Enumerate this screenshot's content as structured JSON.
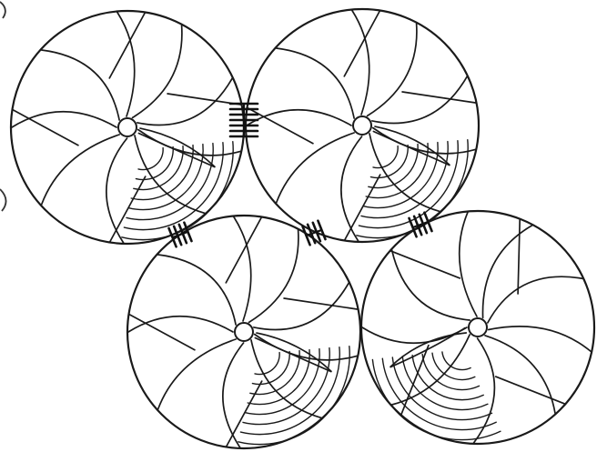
{
  "figure": {
    "discs": [
      {
        "id": "top-left",
        "swirl": 1,
        "sutured_to": [
          "top-right",
          "bottom-left"
        ]
      },
      {
        "id": "top-right",
        "swirl": 1,
        "sutured_to": [
          "top-left",
          "bottom-left",
          "bottom-right"
        ]
      },
      {
        "id": "bottom-left",
        "swirl": 1,
        "sutured_to": [
          "top-left",
          "top-right"
        ]
      },
      {
        "id": "bottom-right",
        "swirl": -1,
        "sutured_to": [
          "top-right"
        ]
      }
    ],
    "sutures": [
      {
        "between": [
          "top-left",
          "top-right"
        ],
        "stitches": 7,
        "orientation": "vertical"
      },
      {
        "between": [
          "top-left",
          "bottom-left"
        ],
        "stitches": 4,
        "orientation": "diagonal"
      },
      {
        "between": [
          "top-right",
          "bottom-left"
        ],
        "stitches": 4,
        "orientation": "diagonal"
      },
      {
        "between": [
          "top-right",
          "bottom-right"
        ],
        "stitches": 4,
        "orientation": "diagonal"
      }
    ],
    "colors": {
      "line": "#1a1a1a",
      "background": "#ffffff"
    }
  }
}
